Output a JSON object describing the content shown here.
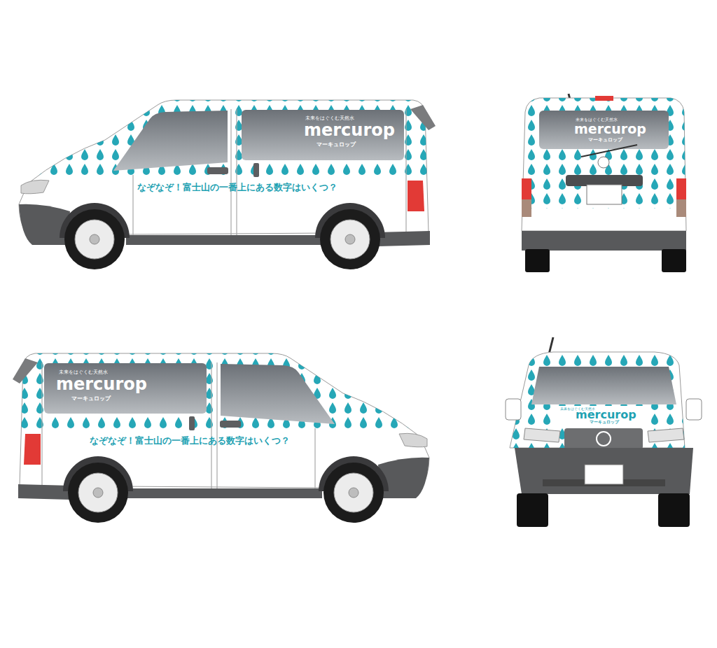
{
  "diagram": {
    "labels": [
      "未来をはぐくむ天然水",
      "mercurop",
      "マーキュロップ",
      "なぞなぞ！富士山の一番上にある数字はいくつ？",
      "未来をはぐくむ天然水",
      "mercurop",
      "マーキュロップ",
      "未来をはぐくむ天然水",
      "mercurop",
      "マーキュロップ",
      "なぞなぞ！富士山の一番上にある数字はいくつ？",
      "未来をはぐくむ天然水",
      "mercurop",
      "マーキュロップ"
    ]
  }
}
